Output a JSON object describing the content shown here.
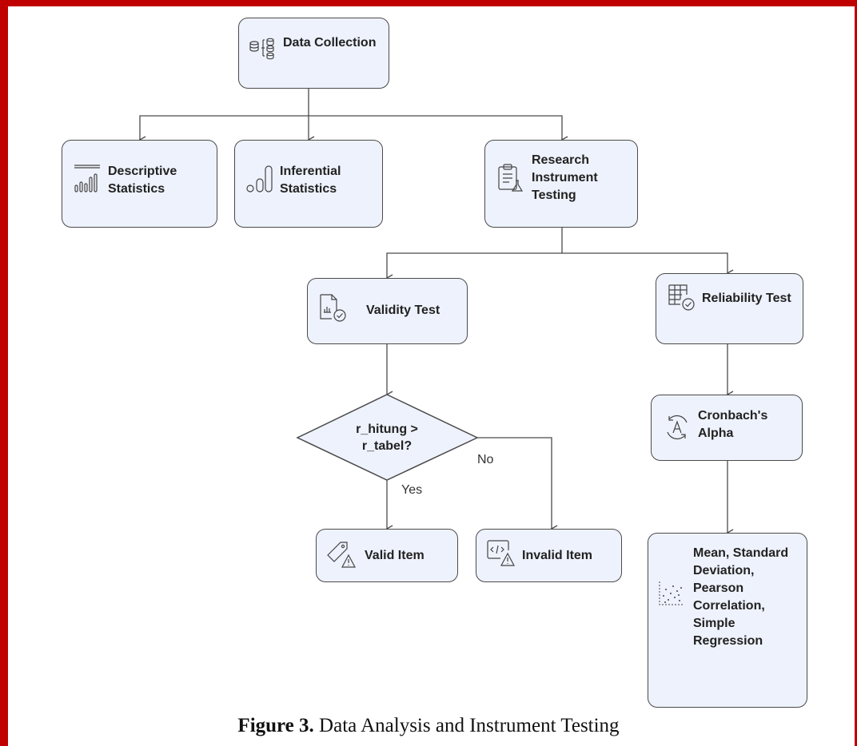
{
  "nodes": {
    "data_collection": "Data Collection",
    "descriptive": "Descriptive\nStatistics",
    "inferential": "Inferential\nStatistics",
    "research": "Research\nInstrument\nTesting",
    "validity": "Validity Test",
    "reliability": "Reliability Test",
    "decision": "r_hitung >\nr_tabel?",
    "cronbach": "Cronbach's\nAlpha",
    "valid_item": "Valid Item",
    "invalid_item": "Invalid Item",
    "stats_methods": "Mean, Standard\nDeviation,\nPearson\nCorrelation,\nSimple\nRegression"
  },
  "edges": {
    "yes_label": "Yes",
    "no_label": "No"
  },
  "caption": {
    "figure_label": "Figure 3.",
    "title": "Data Analysis and Instrument Testing"
  },
  "colors": {
    "border": "#c00000",
    "node_fill": "#eef2fc",
    "node_stroke": "#4a4a4a"
  }
}
